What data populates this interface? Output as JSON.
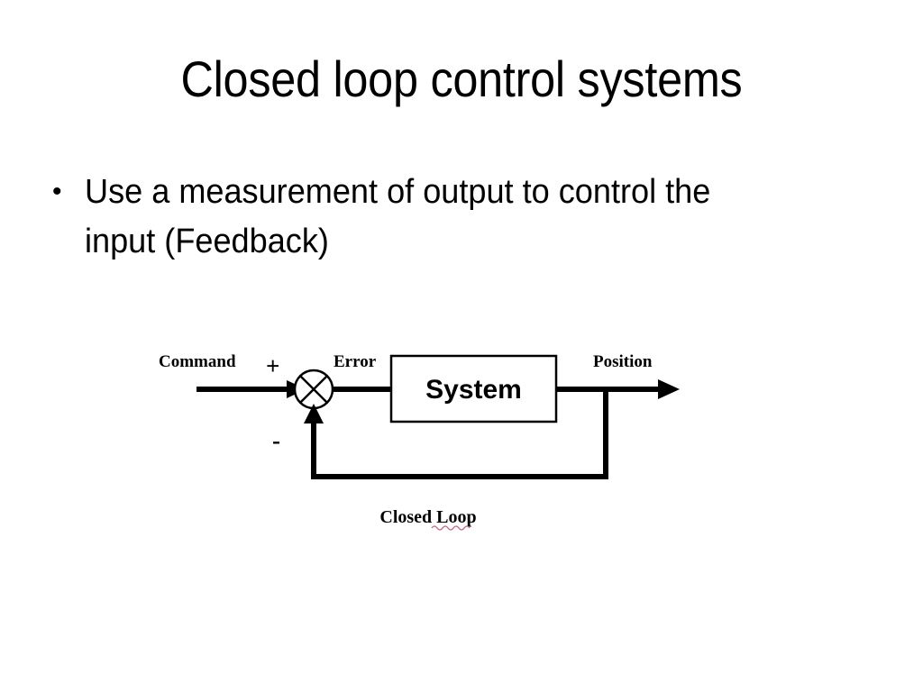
{
  "slide": {
    "title": "Closed loop control systems",
    "bullets": [
      {
        "marker": "•",
        "text": "Use a measurement of output to control the input (Feedback)"
      }
    ]
  },
  "diagram": {
    "caption": "Closed Loop",
    "block_label": "System",
    "input_label": "Command",
    "error_label": "Error",
    "output_label": "Position",
    "sum_positive_sign": "+",
    "sum_negative_sign": "-",
    "colors": {
      "stroke": "#000000",
      "fill": "#ffffff",
      "background": "#ffffff",
      "spellcheck_underline": "#c06a86"
    }
  }
}
